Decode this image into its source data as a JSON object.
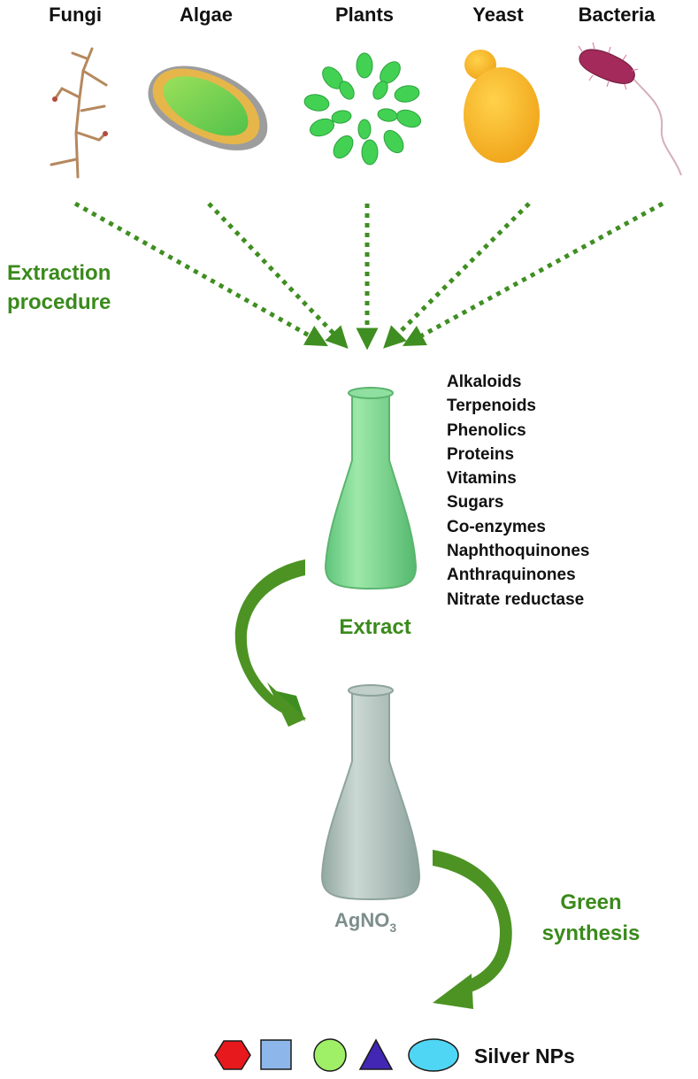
{
  "organisms": [
    "Fungi",
    "Algae",
    "Plants",
    "Yeast",
    "Bacteria"
  ],
  "extraction": {
    "line1": "Extraction",
    "line2": "procedure"
  },
  "compounds": [
    "Alkaloids",
    "Terpenoids",
    "Phenolics",
    "Proteins",
    "Vitamins",
    "Sugars",
    "Co-enzymes",
    "Naphthoquinones",
    "Anthraquinones",
    "Nitrate reductase"
  ],
  "extract_label": "Extract",
  "agno3": {
    "main": "AgNO",
    "sub": "3"
  },
  "green_synthesis": {
    "line1": "Green",
    "line2": "synthesis"
  },
  "silver_label": "Silver NPs",
  "np_shapes": [
    {
      "shape": "hexagon",
      "color": "#e8191c"
    },
    {
      "shape": "square",
      "color": "#8db7ea"
    },
    {
      "shape": "circle",
      "color": "#9fef67"
    },
    {
      "shape": "triangle",
      "color": "#4226b4"
    },
    {
      "shape": "ellipse",
      "color": "#4fd6f4"
    }
  ],
  "colors": {
    "accent_green": "#3a8a1c",
    "arrow_green": "#4c9323",
    "extract_flask": "#73d389",
    "agno3_flask": "#a9bcb6"
  }
}
